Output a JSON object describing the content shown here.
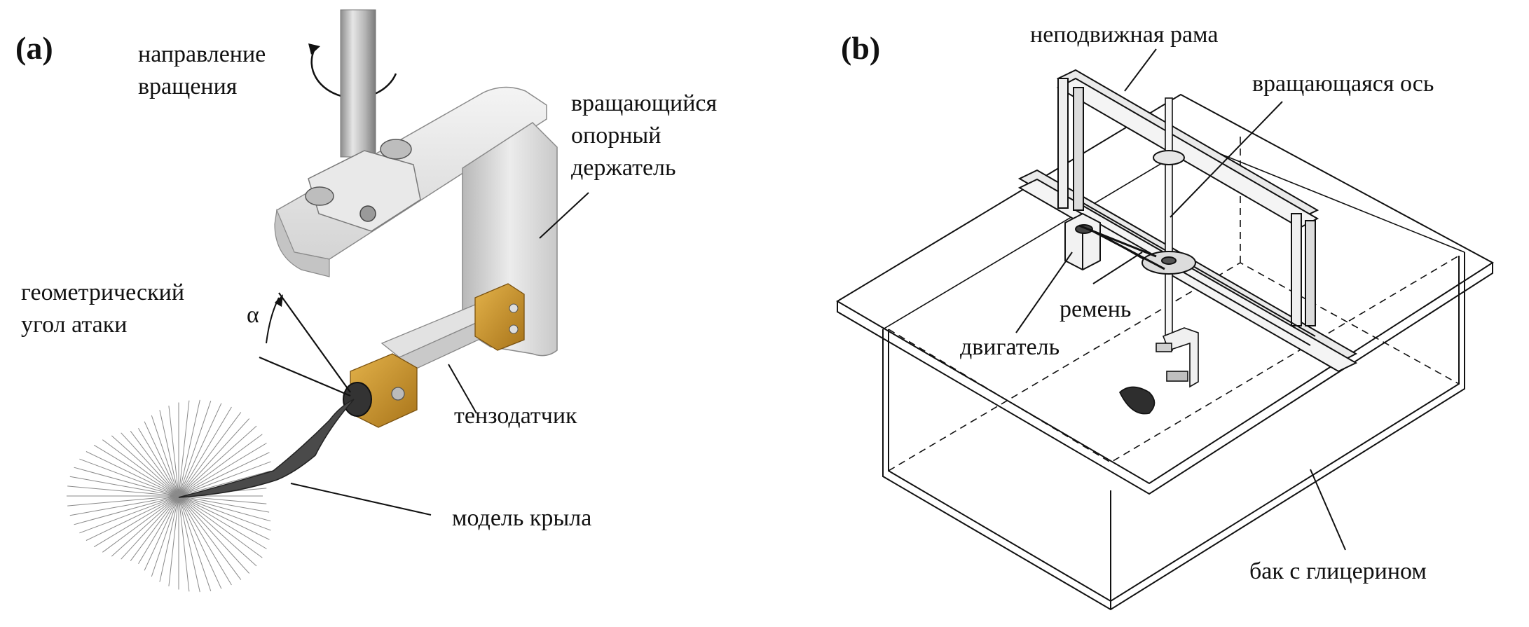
{
  "panels": {
    "a": {
      "tag": "(a)",
      "labels": {
        "rotation_direction": [
          "направление",
          "вращения"
        ],
        "rotating_holder": [
          "вращающийся",
          "опорный",
          "держатель"
        ],
        "geometric_aoa": [
          "геометрический",
          "угол атаки"
        ],
        "alpha": "α",
        "load_cell": "тензодатчик",
        "wing_model": "модель крыла"
      }
    },
    "b": {
      "tag": "(b)",
      "labels": {
        "fixed_frame": "неподвижная рама",
        "rotating_axis": "вращающаяся ось",
        "belt": "ремень",
        "motor": "двигатель",
        "glycerin_tank": "бак с глицерином"
      }
    }
  },
  "colors": {
    "ink": "#111111",
    "metal": "#d9d9d9",
    "metal_dark": "#9a9a9a",
    "brass": "#c9962c",
    "wing": "#4a4a4a"
  }
}
